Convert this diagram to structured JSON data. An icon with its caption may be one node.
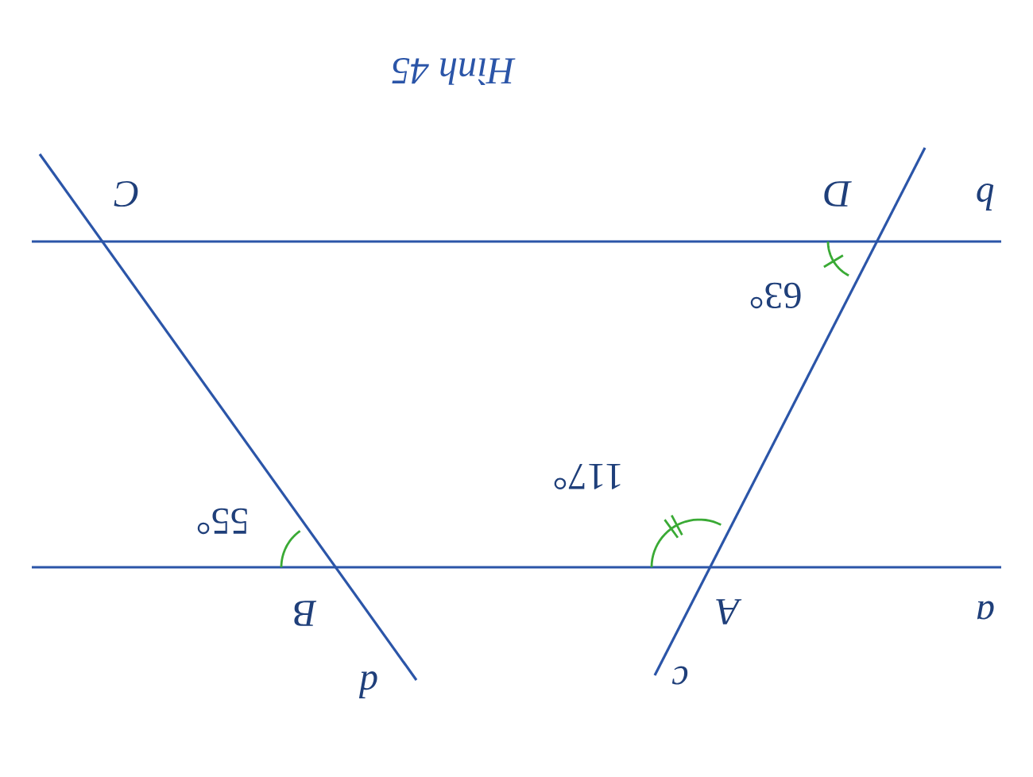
{
  "diagram": {
    "caption": "Hình 45",
    "labels": [
      "C",
      "D",
      "b",
      "63°",
      "117°",
      "55°",
      "B",
      "A",
      "a",
      "d",
      "c"
    ]
  }
}
